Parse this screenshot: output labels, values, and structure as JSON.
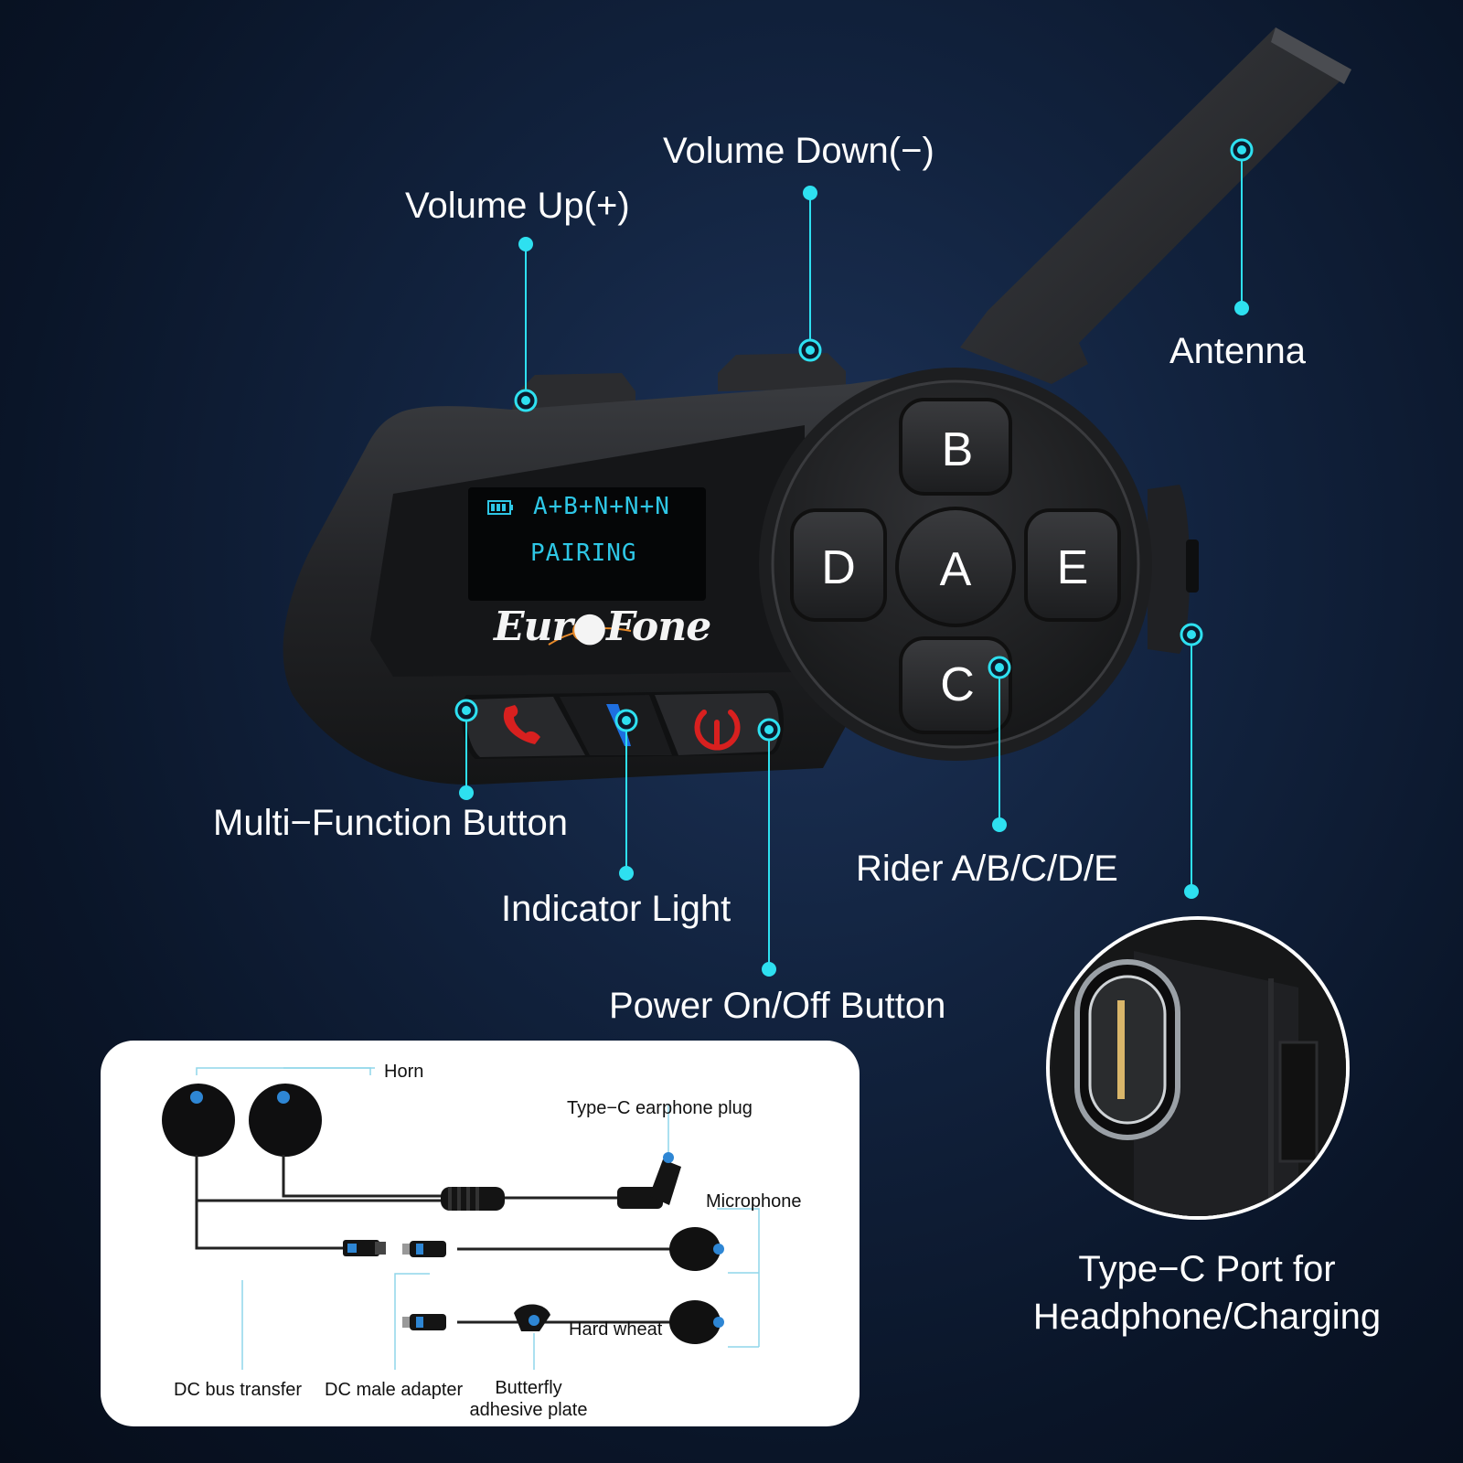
{
  "callouts": {
    "volume_up": "Volume Up(+)",
    "volume_down": "Volume Down(−)",
    "antenna": "Antenna",
    "multi_function": "Multi−Function Button",
    "indicator": "Indicator Light",
    "power": "Power On/Off Button",
    "rider": "Rider A/B/C/D/E",
    "typec_line1": "Type−C Port for",
    "typec_line2": "Headphone/Charging"
  },
  "screen": {
    "line1": "A+B+N+N+N",
    "line2": "PAIRING",
    "battery_icon": "battery-icon"
  },
  "brand": "Eur●Fone",
  "keys": {
    "a": "A",
    "b": "B",
    "c": "C",
    "d": "D",
    "e": "E"
  },
  "front_buttons": {
    "call_icon": "phone-icon",
    "power_icon": "power-icon"
  },
  "accessories": {
    "horn": "Horn",
    "plug": "Type−C earphone plug",
    "microphone": "Microphone",
    "hard_wheat": "Hard wheat",
    "dc_bus": "DC bus transfer",
    "dc_male": "DC male adapter",
    "butterfly_line1": "Butterfly",
    "butterfly_line2": "adhesive plate"
  },
  "colors": {
    "accent": "#2ee0f0",
    "screen_text": "#2ec7e6",
    "call_red": "#d8201f",
    "indicator_blue": "#1e6fe0"
  }
}
